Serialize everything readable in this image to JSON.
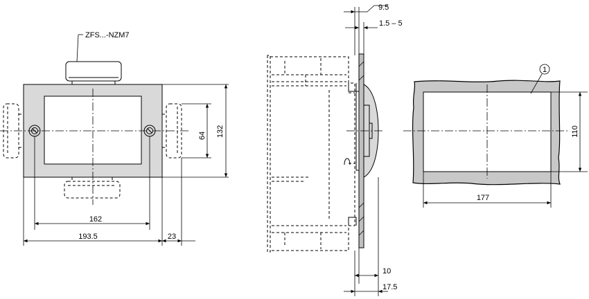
{
  "labels": {
    "part_name": "ZFS...-NZM7",
    "callout": "1"
  },
  "dimensions": {
    "height_64": "64",
    "height_132": "132",
    "width_162": "162",
    "width_193_5": "193.5",
    "offset_23": "23",
    "top_9_5": "9.5",
    "top_1_5_5": "1.5 – 5",
    "bottom_10": "10",
    "bottom_17_5": "17.5",
    "cutout_height_110": "110",
    "cutout_width_177": "177"
  },
  "colors": {
    "frame_fill": "#d9d9d9",
    "cutout_fill": "#c8c8c8",
    "line": "#000000",
    "background": "#ffffff"
  }
}
